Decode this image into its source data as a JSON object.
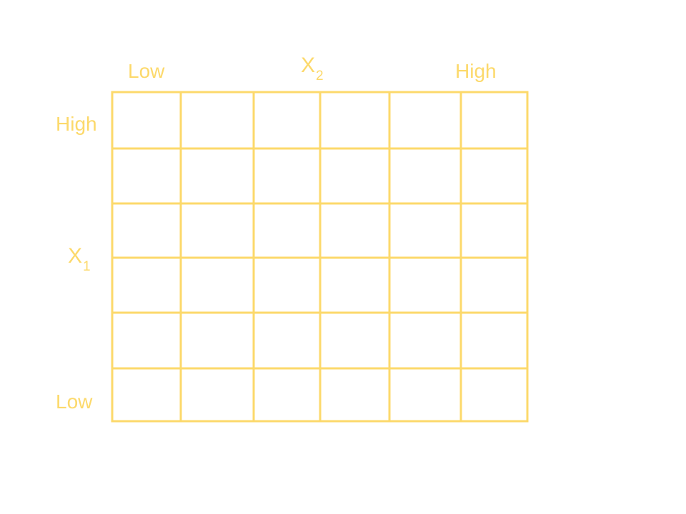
{
  "diagram": {
    "type": "grid",
    "rows": 6,
    "columns": 6,
    "line_color": "#fcd96b",
    "background": "#ffffff"
  },
  "x2_axis": {
    "variable": "X",
    "subscript": "2",
    "low_label": "Low",
    "high_label": "High"
  },
  "x1_axis": {
    "variable": "X",
    "subscript": "1",
    "low_label": "Low",
    "high_label": "High"
  }
}
